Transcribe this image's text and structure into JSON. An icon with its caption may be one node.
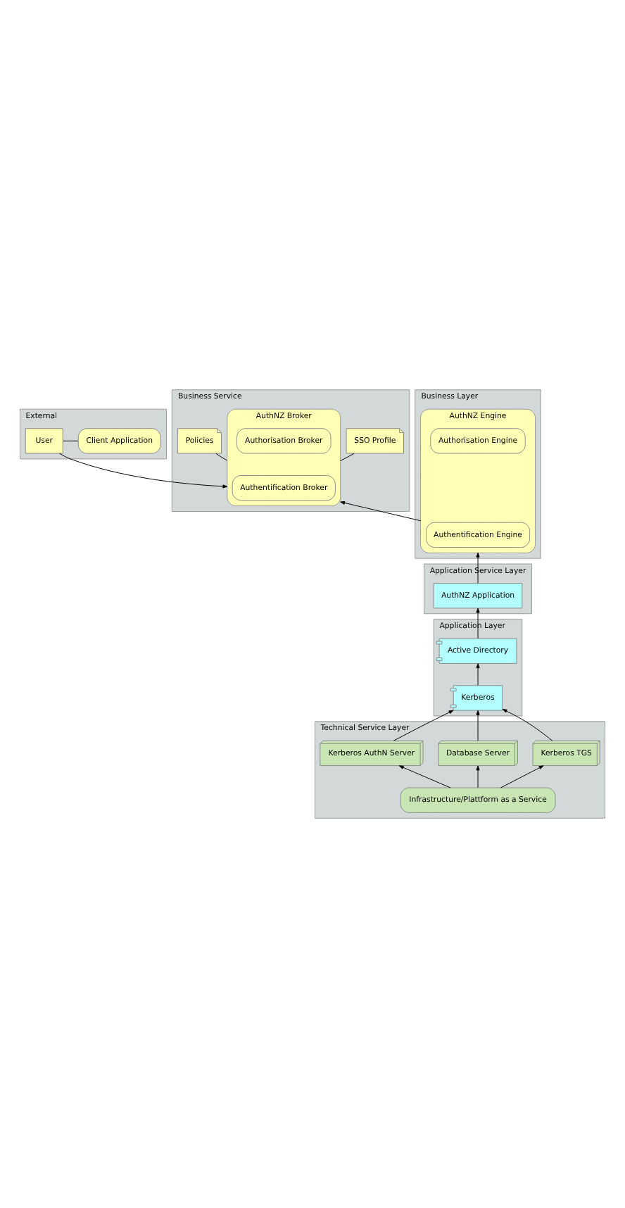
{
  "diagram": {
    "nodes": [
      {
        "text": [
          "External"
        ]
      },
      {
        "text": [
          "Client Application"
        ],
        "in": 0
      },
      {
        "text": [
          "User"
        ],
        "in": 0
      },
      {
        "text": [
          "Business Service"
        ]
      },
      {
        "text": [
          "SSO Profile"
        ],
        "in": 3
      },
      {
        "text": [
          "Policies"
        ],
        "in": 3
      },
      {
        "text": [
          "AuthNZ Broker"
        ],
        "in": 3
      },
      {
        "text": [
          "Authentification Broker"
        ],
        "in": 6
      },
      {
        "text": [
          "Authorisation Broker"
        ],
        "in": 6
      },
      {
        "text": [
          "Business Layer"
        ]
      },
      {
        "text": [
          "AuthNZ Engine"
        ],
        "in": 9
      },
      {
        "text": [
          "Authentification Engine"
        ],
        "in": 10
      },
      {
        "text": [
          "Authorisation Engine"
        ],
        "in": 10
      },
      {
        "text": [
          "Application Service Layer"
        ]
      },
      {
        "text": [
          "AuthNZ Application"
        ],
        "in": 13
      },
      {
        "text": [
          "Application Layer"
        ]
      },
      {
        "text": [
          "Active Directory"
        ],
        "in": 15
      },
      {
        "text": [
          "Kerberos"
        ],
        "in": 15
      },
      {
        "text": [
          "Technical Service Layer"
        ]
      },
      {
        "text": [
          "Kerberos TGS"
        ],
        "in": 18
      },
      {
        "text": [
          "Database Server"
        ],
        "in": 18
      },
      {
        "text": [
          "Kerberos AuthN Server"
        ],
        "in": 18
      },
      {
        "text": [
          "Infrastructure/Plattform as a Service"
        ],
        "in": 18
      }
    ],
    "edges": [
      {
        "from": 1,
        "to": 2,
        "arrow": "none"
      },
      {
        "from": 2,
        "to": 6,
        "arrow": "to"
      },
      {
        "from": 4,
        "to": 6,
        "arrow": "none"
      },
      {
        "from": 5,
        "to": 6,
        "arrow": "none"
      },
      {
        "from": 10,
        "to": 6,
        "arrow": "to"
      },
      {
        "from": 14,
        "to": 10,
        "arrow": "to"
      },
      {
        "from": 16,
        "to": 14,
        "arrow": "to"
      },
      {
        "from": 17,
        "to": 16,
        "arrow": "to"
      },
      {
        "from": 19,
        "to": 17,
        "arrow": "to"
      },
      {
        "from": 20,
        "to": 17,
        "arrow": "to"
      },
      {
        "from": 21,
        "to": 17,
        "arrow": "to"
      },
      {
        "from": 22,
        "to": 19,
        "arrow": "to"
      },
      {
        "from": 22,
        "to": 20,
        "arrow": "to"
      },
      {
        "from": 22,
        "to": 21,
        "arrow": "to"
      }
    ]
  }
}
